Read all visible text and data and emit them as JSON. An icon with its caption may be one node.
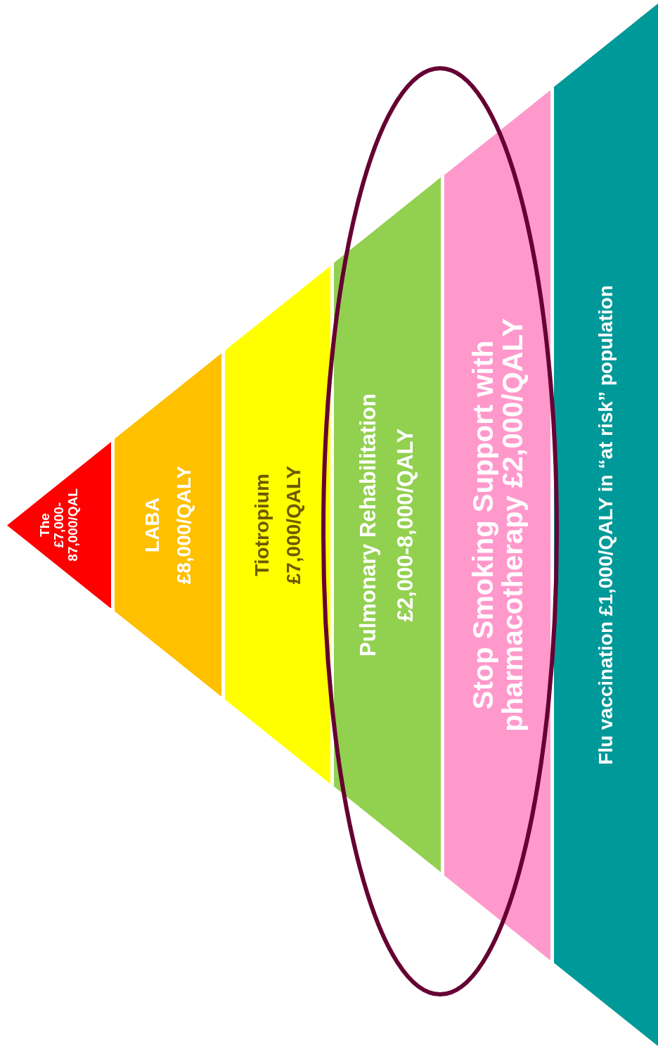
{
  "diagram": {
    "nodes": [
      {
        "text": [
          "The",
          "£7,000-",
          "87,000/QAL"
        ]
      },
      {
        "text": [
          "LABA",
          "£8,000/QALY"
        ]
      },
      {
        "text": [
          "Tiotropium",
          "£7,000/QALY"
        ]
      },
      {
        "text": [
          "Pulmonary Rehabilitation",
          "£2,000-8,000/QALY"
        ]
      },
      {
        "text": [
          "Stop Smoking Support with pharmacotherapy £2,000/QALY"
        ]
      },
      {
        "text": [
          "Flu vaccination £1,000/QALY in “at risk” population"
        ]
      }
    ]
  }
}
